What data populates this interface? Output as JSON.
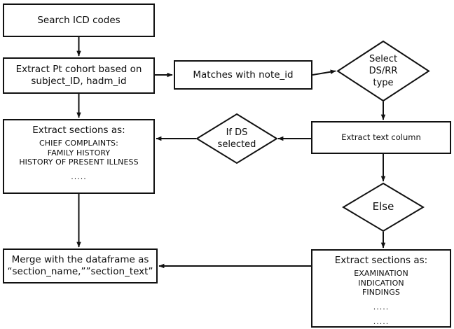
{
  "diagram": {
    "type": "flowchart",
    "title": "ICD code section extraction pipeline",
    "stroke_color": "#111111",
    "fill_color": "#ffffff",
    "text_color": "#0d0d0d"
  },
  "nodes": {
    "search_icd": {
      "shape": "process",
      "label": "Search ICD codes"
    },
    "extract_cohort": {
      "shape": "process",
      "label": "Extract Pt cohort based on\nsubject_ID, hadm_id"
    },
    "matches_note": {
      "shape": "process",
      "label": "Matches with note_id"
    },
    "select_type": {
      "shape": "decision",
      "label": "Select\nDS/RR\ntype"
    },
    "extract_text_column": {
      "shape": "process",
      "label": "Extract text column"
    },
    "if_ds_selected": {
      "shape": "decision",
      "label": "If DS\nselected"
    },
    "else_branch": {
      "shape": "decision",
      "label": "Else"
    },
    "sections_ds": {
      "shape": "process",
      "heading": "Extract sections as:",
      "items": [
        "CHIEF COMPLAINTS:",
        "FAMILY HISTORY",
        "HISTORY OF PRESENT ILLNESS"
      ],
      "ellipsis_1": ".....",
      "ellipsis_2": "....."
    },
    "sections_rr": {
      "shape": "process",
      "heading": "Extract sections as:",
      "items": [
        "EXAMINATION",
        "INDICATION",
        "FINDINGS"
      ],
      "ellipsis_1": ".....",
      "ellipsis_2": "....."
    },
    "merge_dataframe": {
      "shape": "process",
      "label": "Merge with the dataframe as\n“section_name,””section_text”"
    }
  },
  "edges": [
    {
      "from": "search_icd",
      "to": "extract_cohort",
      "direction": "down",
      "label": ""
    },
    {
      "from": "extract_cohort",
      "to": "matches_note",
      "direction": "right",
      "label": ""
    },
    {
      "from": "matches_note",
      "to": "select_type",
      "direction": "right",
      "label": ""
    },
    {
      "from": "select_type",
      "to": "extract_text_column",
      "direction": "down",
      "label": ""
    },
    {
      "from": "extract_text_column",
      "to": "if_ds_selected",
      "direction": "left",
      "label": ""
    },
    {
      "from": "if_ds_selected",
      "to": "sections_ds",
      "direction": "left",
      "label": ""
    },
    {
      "from": "extract_cohort",
      "to": "sections_ds",
      "direction": "down",
      "label": ""
    },
    {
      "from": "extract_text_column",
      "to": "else_branch",
      "direction": "down",
      "label": ""
    },
    {
      "from": "else_branch",
      "to": "sections_rr",
      "direction": "down",
      "label": ""
    },
    {
      "from": "sections_ds",
      "to": "merge_dataframe",
      "direction": "down",
      "label": ""
    },
    {
      "from": "sections_rr",
      "to": "merge_dataframe",
      "direction": "left",
      "label": ""
    }
  ]
}
